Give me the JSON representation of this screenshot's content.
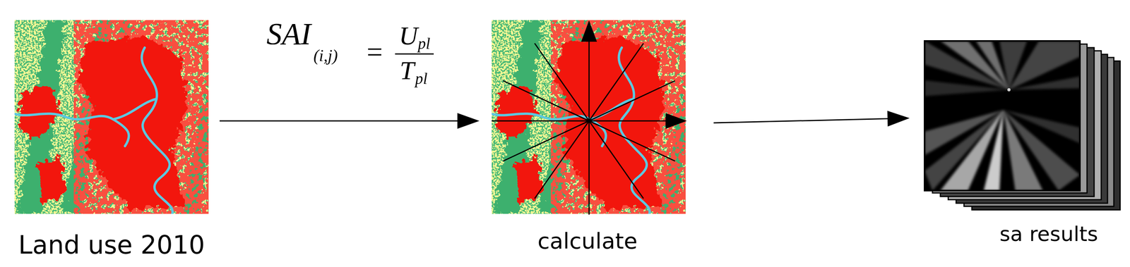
{
  "diagram": {
    "nodes": [
      {
        "text": [
          "Land use 2010"
        ]
      },
      {
        "text": [
          "calculate"
        ]
      },
      {
        "text": [
          "sa results"
        ]
      }
    ],
    "edges": [
      {
        "from": 0,
        "to": 1,
        "arrow": "to"
      },
      {
        "from": 1,
        "to": 2,
        "arrow": "to"
      }
    ],
    "labels": [
      "SAI",
      "(i,j)",
      "=",
      "U",
      "pl",
      "T",
      "pl"
    ]
  }
}
